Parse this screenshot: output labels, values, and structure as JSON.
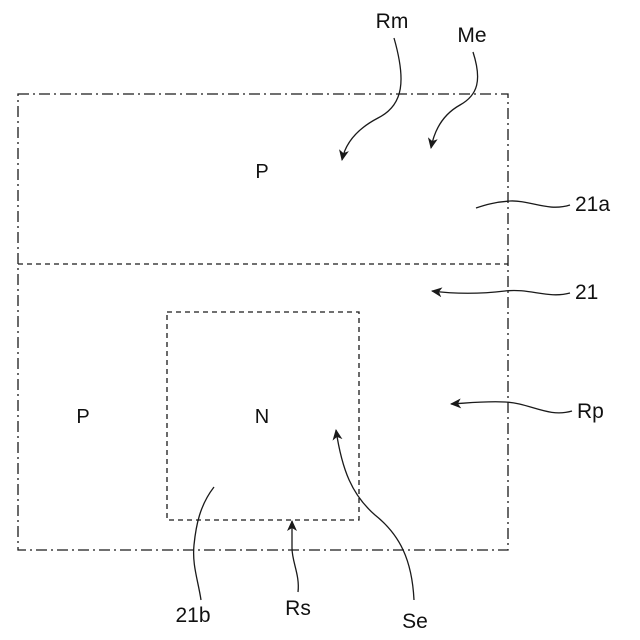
{
  "regions": {
    "top": "P",
    "left": "P",
    "center": "N"
  },
  "labels": {
    "rm": "Rm",
    "me": "Me",
    "a21a": "21a",
    "a21": "21",
    "rp": "Rp",
    "b21b": "21b",
    "rs": "Rs",
    "se": "Se"
  }
}
